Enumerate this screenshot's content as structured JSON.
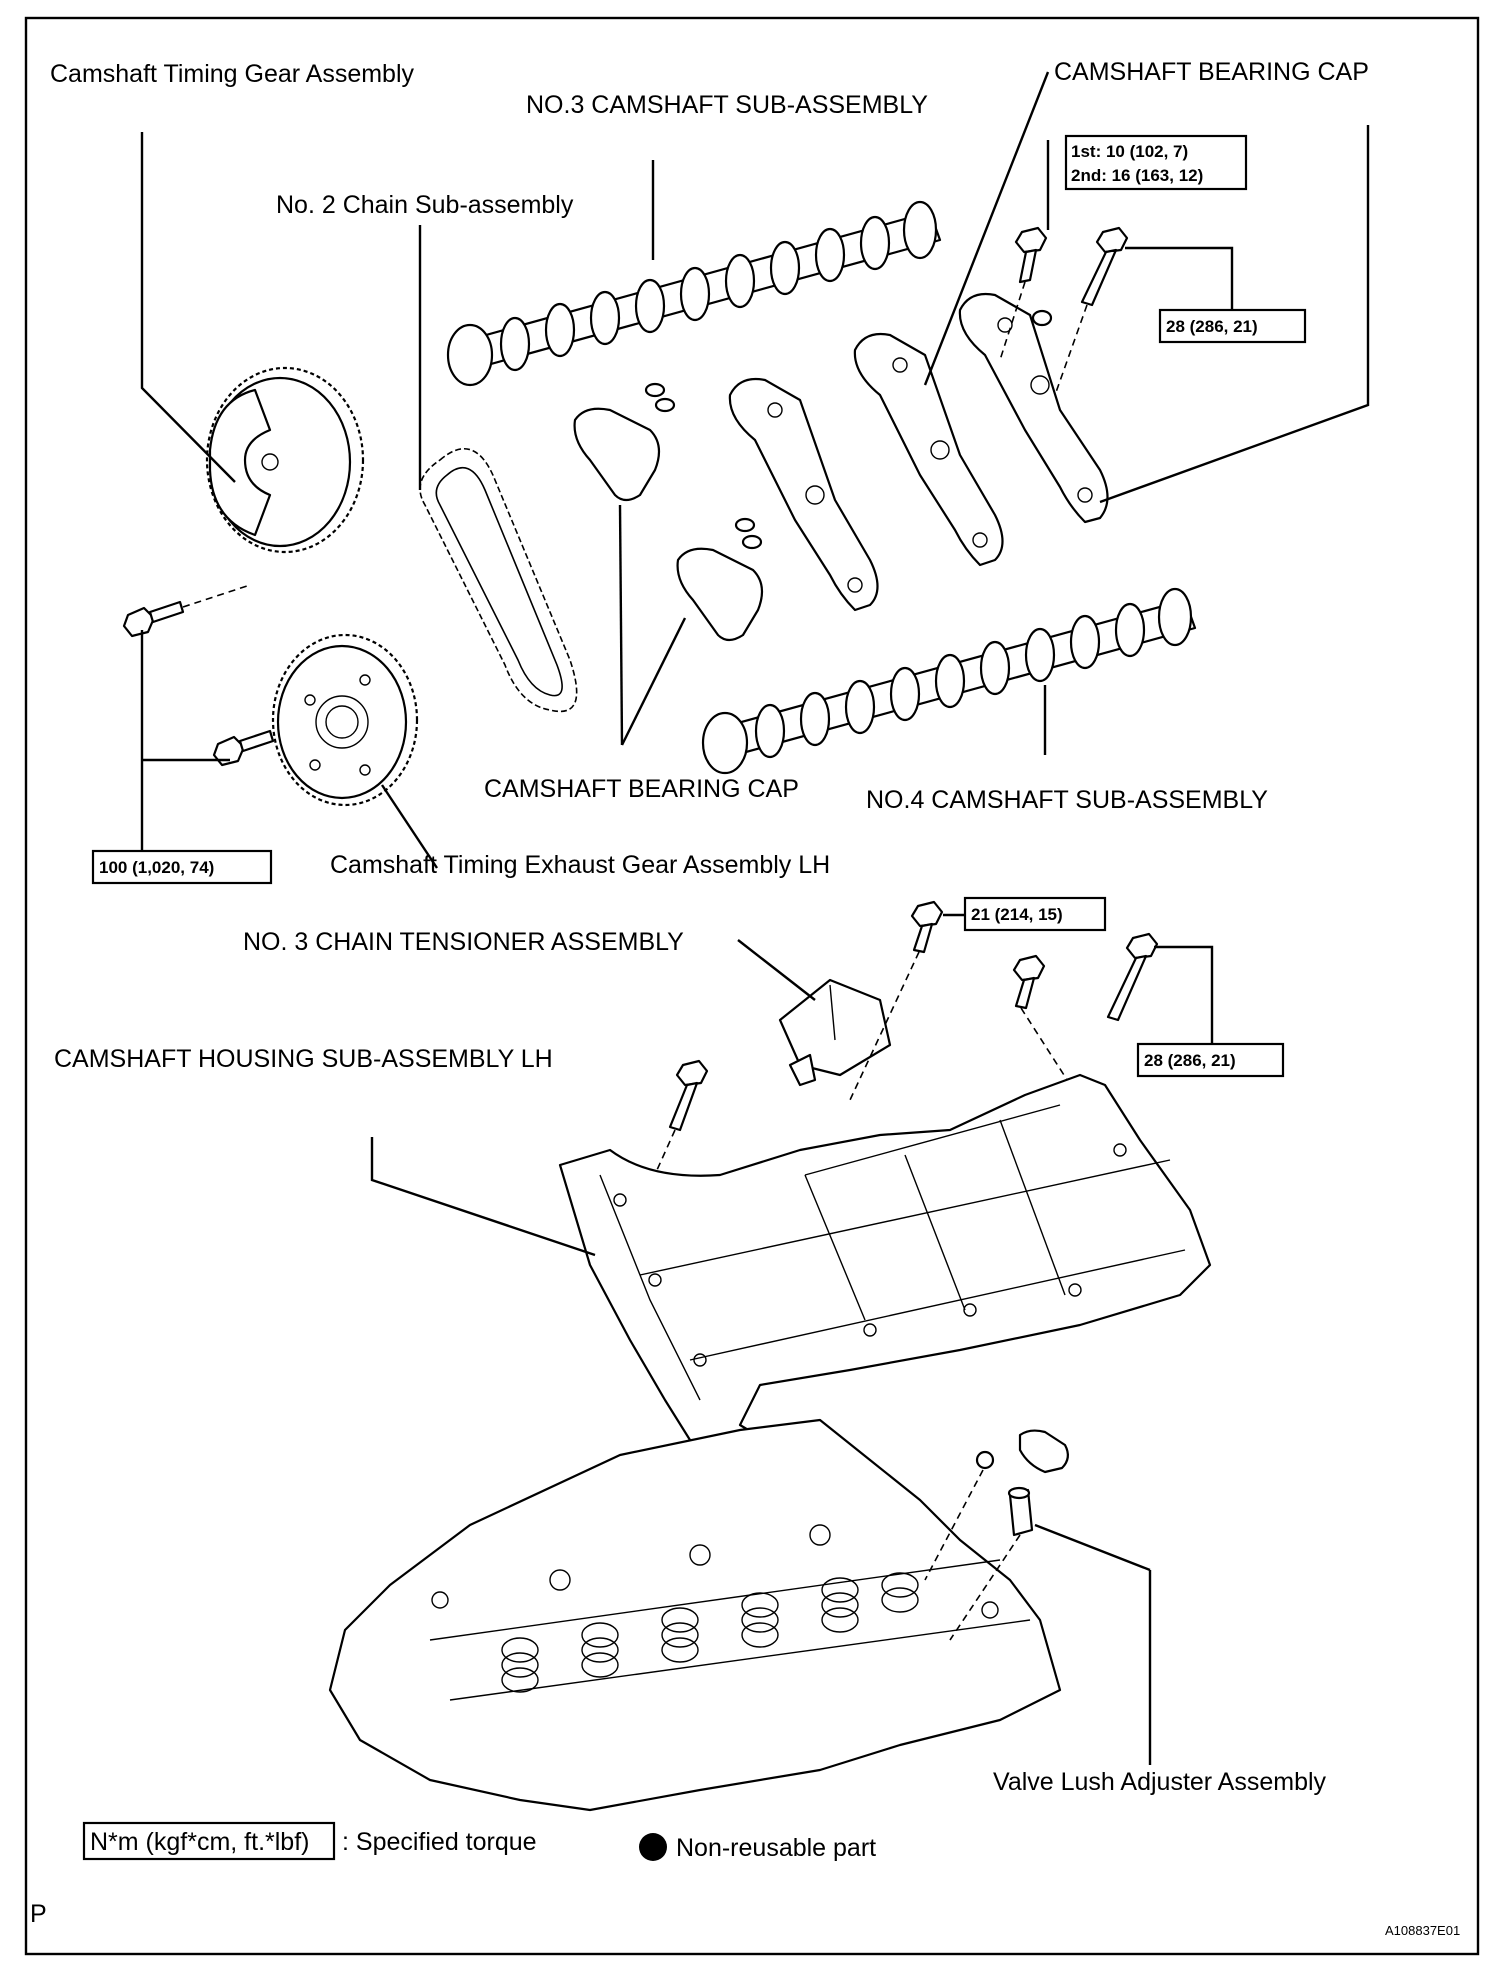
{
  "labels": {
    "timing_gear": "Camshaft Timing Gear Assembly",
    "no3_camshaft": "NO.3 CAMSHAFT SUB-ASSEMBLY",
    "bearing_cap_top": "CAMSHAFT BEARING CAP",
    "no2_chain": "No. 2 Chain Sub-assembly",
    "bearing_cap_bottom": "CAMSHAFT BEARING CAP",
    "no4_camshaft": "NO.4 CAMSHAFT SUB-ASSEMBLY",
    "exhaust_gear": "Camshaft Timing Exhaust Gear Assembly LH",
    "chain_tensioner": "NO. 3 CHAIN TENSIONER ASSEMBLY",
    "camshaft_housing": "CAMSHAFT HOUSING SUB-ASSEMBLY LH",
    "valve_adjuster": "Valve Lush Adjuster Assembly"
  },
  "torques": {
    "cap_bolt_line1": "1st: 10 (102, 7)",
    "cap_bolt_line2": "2nd: 16 (163, 12)",
    "cap_bolt_long": "28 (286, 21)",
    "gear_bolt": "100 (1,020, 74)",
    "tensioner_bolt": "21 (214, 15)",
    "housing_bolt": "28 (286, 21)"
  },
  "legend": {
    "torque_unit": "N*m (kgf*cm, ft.*lbf)",
    "torque_text": ": Specified torque",
    "non_reusable": "Non-reusable part"
  },
  "footer": {
    "corner_letter": "P",
    "figure_id": "A108837E01"
  }
}
